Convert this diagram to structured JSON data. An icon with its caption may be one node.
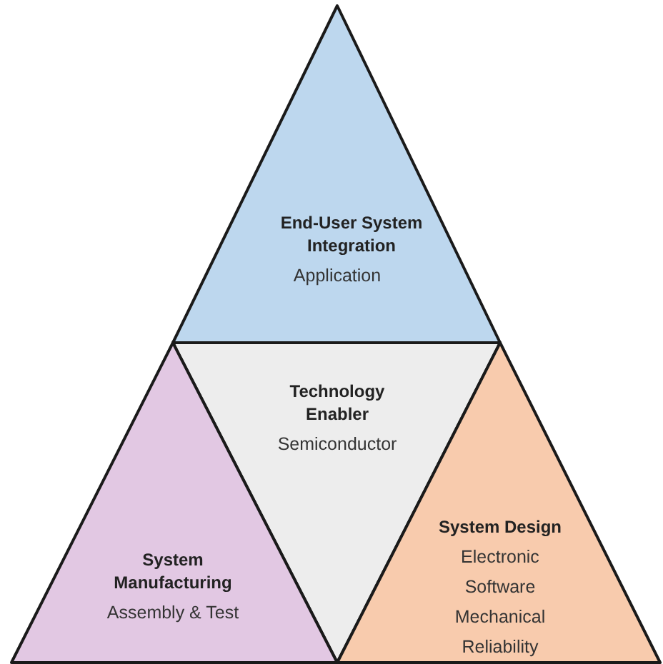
{
  "diagram": {
    "nodes": [
      {
        "text": [
          "End-User System Integration",
          "Application"
        ]
      },
      {
        "text": [
          "Technology Enabler",
          "Semiconductor"
        ]
      },
      {
        "text": [
          "System Manufacturing",
          "Assembly & Test"
        ]
      },
      {
        "text": [
          "System Design",
          "Electronic",
          "Software",
          "Mechanical",
          "Reliability"
        ]
      }
    ]
  }
}
